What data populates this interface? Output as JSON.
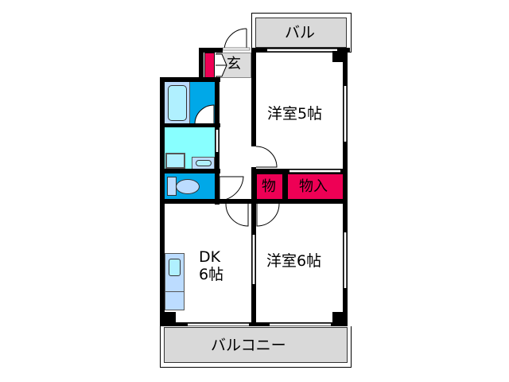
{
  "floorplan": {
    "rooms": {
      "balcony_top": {
        "label": "バル"
      },
      "entrance": {
        "label": "玄"
      },
      "western_room_1": {
        "label": "洋室5帖"
      },
      "storage_small": {
        "label": "物"
      },
      "storage_closet": {
        "label": "物入"
      },
      "dk": {
        "label_line1": "DK",
        "label_line2": "6帖"
      },
      "western_room_2": {
        "label": "洋室6帖"
      },
      "balcony_bottom": {
        "label": "バルコニー"
      },
      "bathroom": {
        "label": ""
      },
      "washroom": {
        "label": ""
      },
      "toilet": {
        "label": ""
      }
    },
    "colors": {
      "wall": "#000000",
      "storage": "#ee0055",
      "bath_blue": "#00a8e8",
      "wash_cyan": "#88ffff",
      "fixture_light": "#b0f0ff",
      "kitchen_counter": "#bcdcff",
      "balcony_gray": "#d9d9d9"
    }
  }
}
